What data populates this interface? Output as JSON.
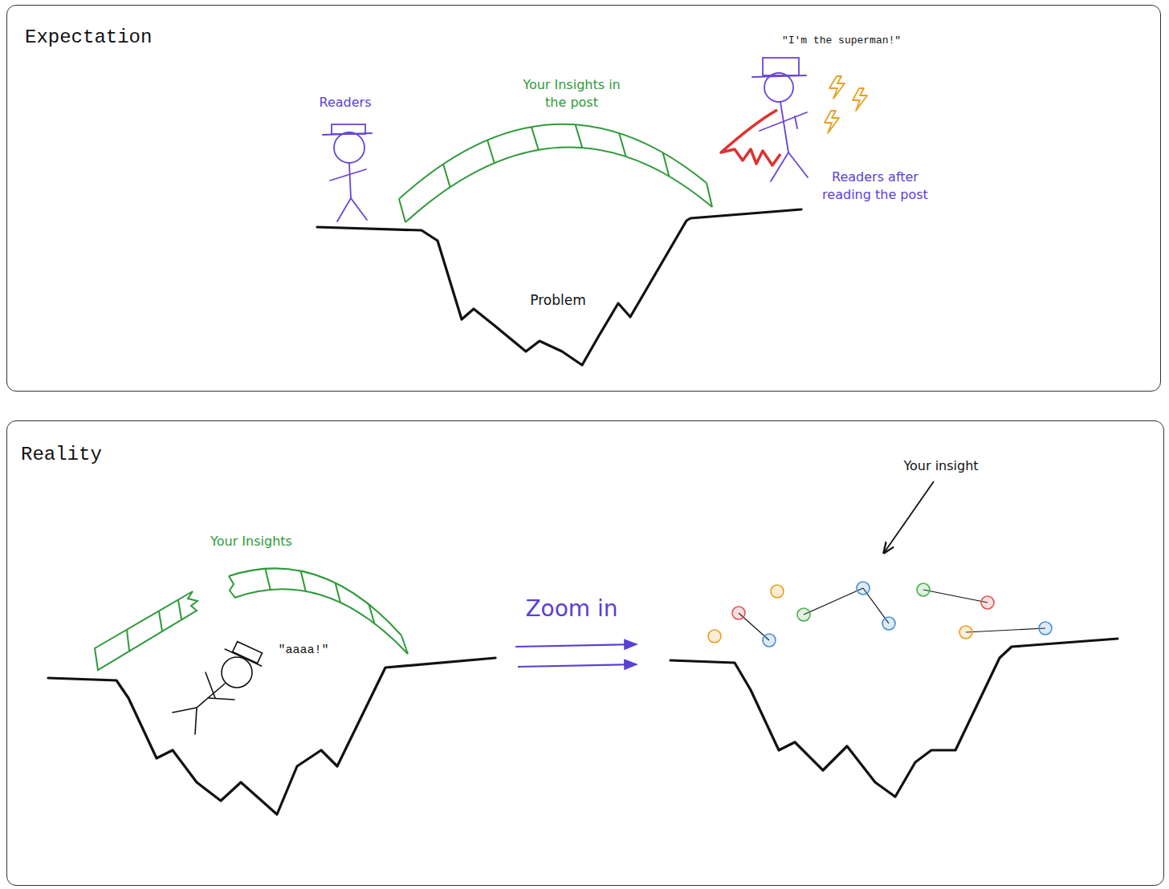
{
  "diagram": {
    "nodes": [
      {
        "text": [
          "Expectation"
        ]
      },
      {
        "text": [
          "Reality"
        ]
      }
    ],
    "labels": [
      "Readers",
      "Your Insights in the post",
      "\"I'm the superman!\"",
      "Readers after reading the post",
      "Problem",
      "Your Insights",
      "\"aaaa!\"",
      "Zoom in",
      "Your insight"
    ]
  }
}
